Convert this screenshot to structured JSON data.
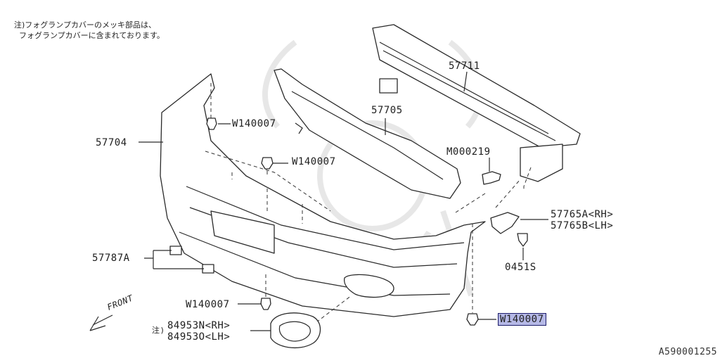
{
  "note": {
    "line1": "注)フォグランプカバーのメッキ部品は、",
    "line2": "フォグランプカバーに含まれております。"
  },
  "labels": {
    "p57711": "57711",
    "p57705": "57705",
    "p57704": "57704",
    "w140007_a": "W140007",
    "w140007_b": "W140007",
    "m000219": "M000219",
    "p57765a": "57765A<RH>",
    "p57765b": "57765B<LH>",
    "p57787a": "57787A",
    "p0451s": "0451S",
    "w140007_c": "W140007",
    "w140007_highlight": "W140007",
    "fog_note_mark": "注)",
    "p84953n": "84953N<RH>",
    "p84953o": "84953O<LH>",
    "front": "FRONT"
  },
  "reference_code": "A590001255",
  "colors": {
    "highlight_fill": "#b5b8e6",
    "highlight_border": "#1d1d6a",
    "line": "#2a2a2a",
    "watermark": "#e7e7e7"
  }
}
